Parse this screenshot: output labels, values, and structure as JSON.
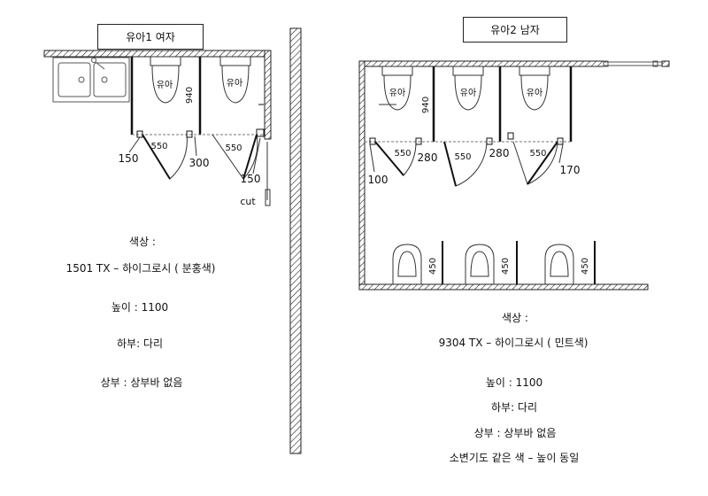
{
  "left": {
    "title": "유아1  여자",
    "fixture_label": "유아",
    "dim_height": "940",
    "dim_door_1": "550",
    "dim_door_2": "550",
    "dim_wall_left": "150",
    "dim_mid": "300",
    "dim_wall_right": "150",
    "cut_label": "cut",
    "notes": {
      "color_label": "색상 :",
      "color_value": "1501 TX – 하이그로시 ( 분홍색)",
      "height": "높이 : 1100",
      "bottom": "하부: 다리",
      "top": "상부 : 상부바  없음"
    }
  },
  "right": {
    "title": "유아2 남자",
    "fixture_label": "유아",
    "dim_height": "940",
    "dim_door_1": "550",
    "dim_door_2": "550",
    "dim_door_3": "550",
    "dim_left": "100",
    "dim_gap_1": "280",
    "dim_gap_2": "280",
    "dim_right": "170",
    "urinal_dim_1": "450",
    "urinal_dim_2": "450",
    "urinal_dim_3": "450",
    "notes": {
      "color_label": "색상 :",
      "color_value": "9304 TX – 하이그로시 ( 민트색)",
      "height": "높이 : 1100",
      "bottom": "하부: 다리",
      "top": "상부 : 상부바  없음",
      "urinal": "소변기도 같은 색 – 높이 동일"
    }
  }
}
